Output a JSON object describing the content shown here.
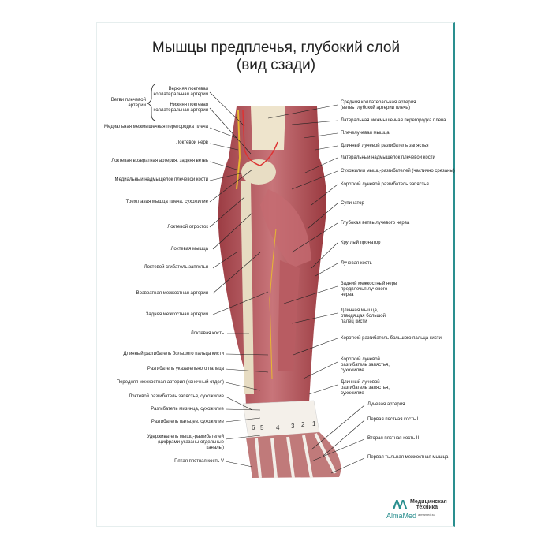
{
  "title": {
    "line1": "Мышцы предплечья, глубокий слой",
    "line2": "(вид сзади)"
  },
  "left_labels": [
    "Ветви плечевой артерии",
    "Верхняя локтевая коллатеральная артерия",
    "Нижняя локтевая коллатеральная артерия",
    "Медиальная межмышечная перегородка плеча",
    "Локтевой нерв",
    "Локтевая возвратная артерия, задняя ветвь",
    "Медиальный надмыщелок плечевой кости",
    "Трехглавая мышца плеча, сухожилие",
    "Локтевой отросток",
    "Локтевая мышца",
    "Локтевой сгибатель запястья",
    "Возвратная межкостная артерия",
    "Задняя межкостная артерия",
    "Локтевая кость",
    "Длинный разгибатель большого пальца кисти",
    "Разгибатель указательного пальца",
    "Передняя межкостная артерия (конечный отдел)",
    "Локтевой разгибатель запястья, сухожилие",
    "Разгибатель мизинца, сухожилие",
    "Разгибатель пальцев, сухожилие",
    "Удерживатель мышц-разгибателей (цифрами указаны отдельные каналы)",
    "Пятая пястная кость V"
  ],
  "right_labels": [
    "Средняя коллатеральная артерия (ветвь глубокой артерии плеча)",
    "Латеральная межмышечная перегородка плеча",
    "Плечелучевая мышца",
    "Длинный лучевой разгибатель запястья",
    "Латеральный надмыщелок плечевой кости",
    "Сухожилия мышц-разгибателей (частично срезаны)",
    "Короткий лучевой разгибатель запястья",
    "Супинатор",
    "Глубокая ветвь лучевого нерва",
    "Круглый пронатор",
    "Лучевая кость",
    "Задний межкостный нерв предплечья лучевого нерва",
    "Длинная мышца, отводящая большой палец кисти",
    "Короткий разгибатель большого пальца кисти",
    "Короткий лучевой разгибатель запястья, сухожилие",
    "Длинный лучевой разгибатель запястья, сухожилие",
    "Лучевая артерия",
    "Первая пястная кость I",
    "Вторая пястная кость II",
    "Первая тыльная межкостная мышца"
  ],
  "channel_numbers": [
    "6",
    "5",
    "4",
    "3",
    "2",
    "1"
  ],
  "logo": {
    "brand": "AlmaMed",
    "tagline1": "Медицинская",
    "tagline2": "техника",
    "url": "almamed.su"
  },
  "colors": {
    "accent": "#2a8f8f",
    "muscle": "#b5565a",
    "bone": "#eee4cc"
  }
}
